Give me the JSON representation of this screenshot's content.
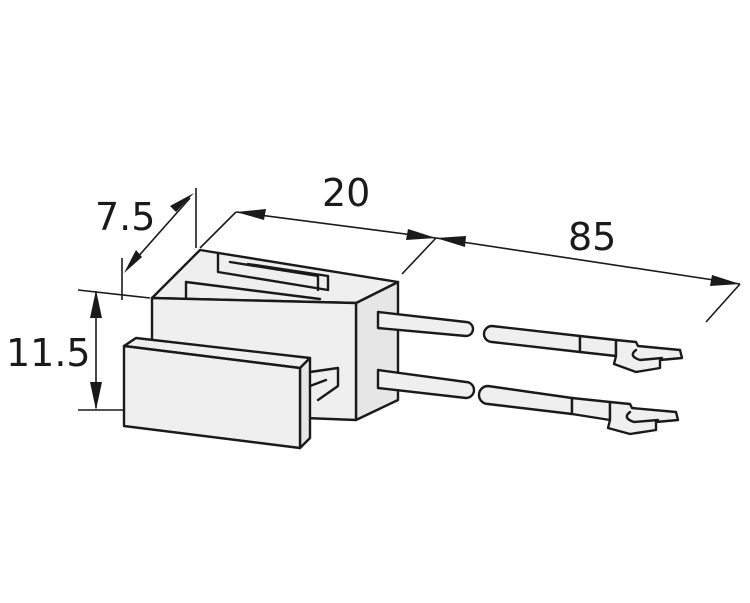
{
  "dimensions": {
    "depth": "7.5",
    "width": "20",
    "lead_length": "85",
    "height": "11.5"
  }
}
